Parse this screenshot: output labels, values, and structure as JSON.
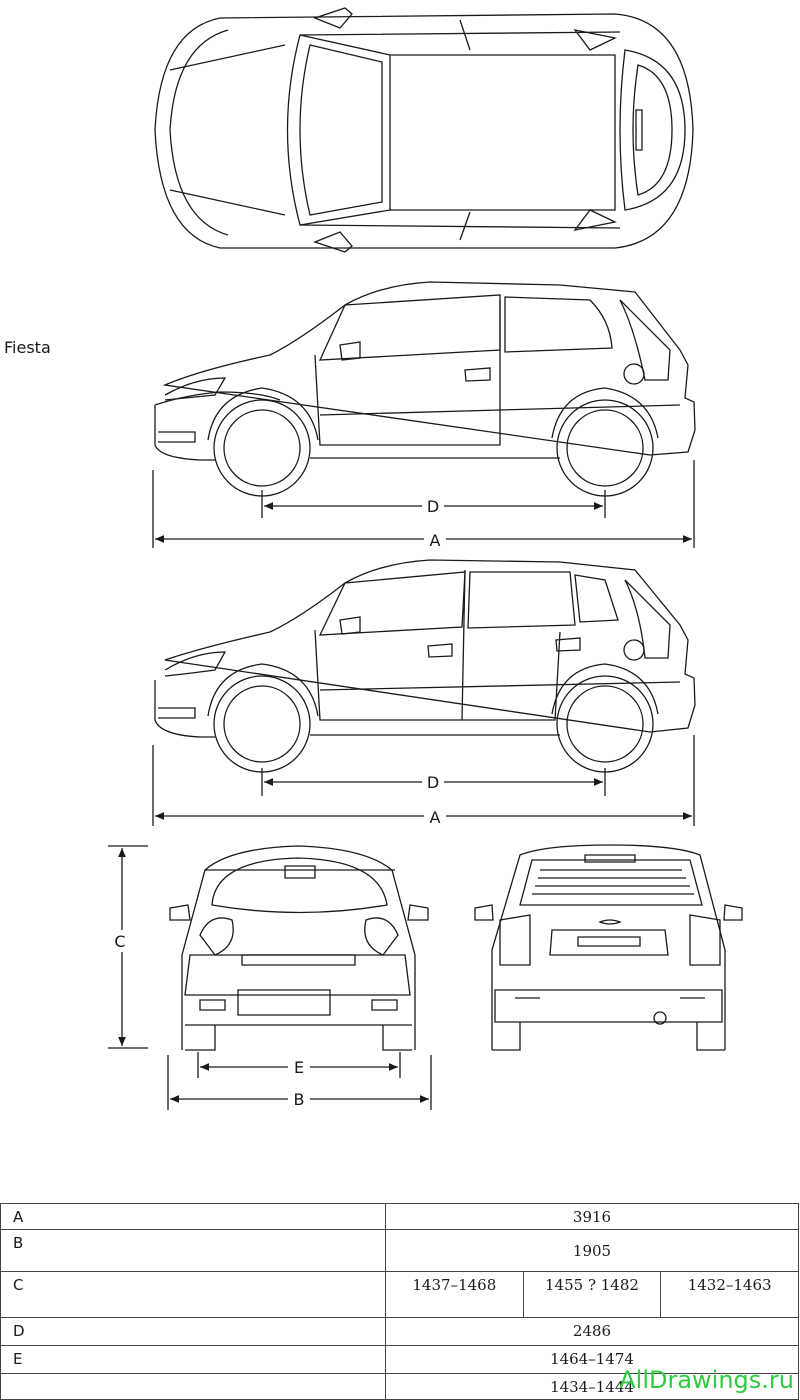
{
  "model_name": "Fiesta",
  "labels": {
    "a": "A",
    "b": "B",
    "c": "C",
    "d": "D",
    "e": "E"
  },
  "dimensions_table": [
    {
      "key": "A",
      "values": [
        "3916"
      ]
    },
    {
      "key": "B",
      "values": [
        "1905"
      ]
    },
    {
      "key": "C",
      "values": [
        "1437–1468",
        "1455 ? 1482",
        "1432–1463"
      ]
    },
    {
      "key": "D",
      "values": [
        "2486"
      ]
    },
    {
      "key": "E",
      "values": [
        "1464–1474"
      ]
    },
    {
      "key": "",
      "values": [
        "1434–1444"
      ]
    }
  ],
  "watermark": "AllDrawings.ru",
  "colors": {
    "line": "#1a1a1a",
    "watermark": "#2ecc40"
  }
}
